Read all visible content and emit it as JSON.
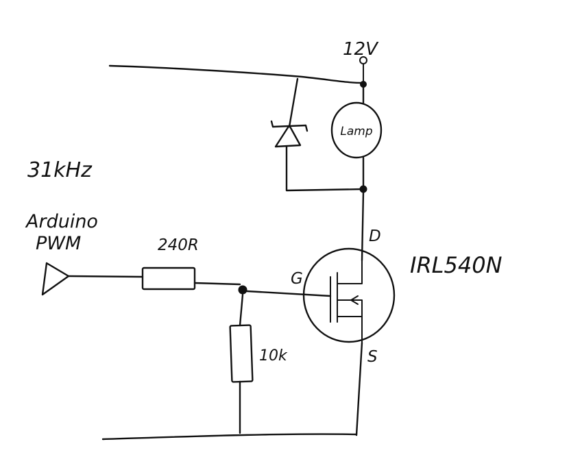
{
  "labels": {
    "supply_voltage": "12V",
    "frequency": "31kHz",
    "input_source_line1": "Arduino",
    "input_source_line2": "PWM",
    "gate_resistor": "240R",
    "pulldown_resistor": "10k",
    "load": "Lamp",
    "gate_pin": "G",
    "drain_pin": "D",
    "source_pin": "S",
    "mosfet_part": "IRL540N"
  },
  "colors": {
    "ink": "#111111",
    "paper": "#ffffff"
  }
}
